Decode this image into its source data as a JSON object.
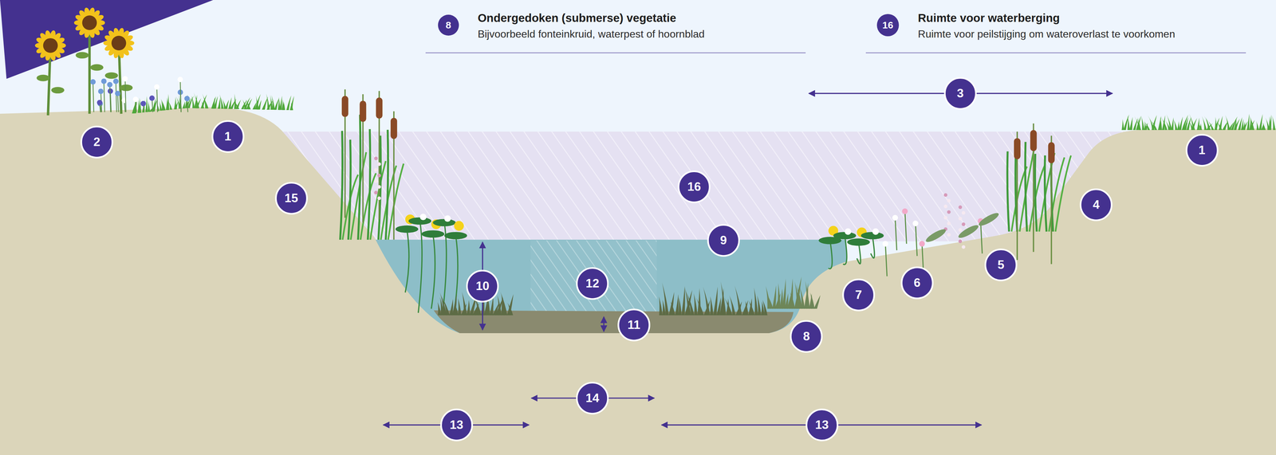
{
  "diagram": {
    "nodes": [
      {
        "text": [
          "8"
        ]
      },
      {
        "text": [
          "16"
        ]
      },
      {
        "text": [
          "3"
        ]
      },
      {
        "text": [
          "2"
        ]
      },
      {
        "text": [
          "1"
        ]
      },
      {
        "text": [
          "1"
        ]
      },
      {
        "text": [
          "15"
        ]
      },
      {
        "text": [
          "16"
        ]
      },
      {
        "text": [
          "4"
        ]
      },
      {
        "text": [
          "9"
        ]
      },
      {
        "text": [
          "5"
        ]
      },
      {
        "text": [
          "10"
        ]
      },
      {
        "text": [
          "12"
        ]
      },
      {
        "text": [
          "7"
        ]
      },
      {
        "text": [
          "6"
        ]
      },
      {
        "text": [
          "11"
        ]
      },
      {
        "text": [
          "8"
        ]
      },
      {
        "text": [
          "14"
        ]
      },
      {
        "text": [
          "13"
        ]
      },
      {
        "text": [
          "13"
        ]
      }
    ],
    "labels": [
      "Ondergedoken (submerse) vegetatie",
      "Bijvoorbeeld fonteinkruid, waterpest of hoornblad",
      "Ruimte voor waterberging",
      "Ruimte voor peilstijging om wateroverlast te voorkomen"
    ]
  }
}
